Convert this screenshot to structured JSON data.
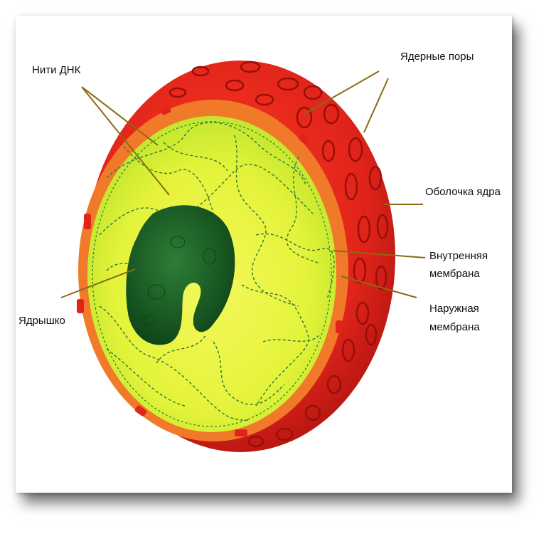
{
  "labels": {
    "dna_threads": "Нити ДНК",
    "nuclear_pores": "Ядерные поры",
    "nuclear_envelope": "Оболочка ядра",
    "inner_membrane_line1": "Внутренняя",
    "inner_membrane_line2": "мембрана",
    "outer_membrane_line1": "Наружная",
    "outer_membrane_line2": "мембрана",
    "nucleolus": "Ядрышко"
  },
  "colors": {
    "outer_envelope": "#e0241a",
    "outer_envelope_dark": "#b81410",
    "inner_membrane": "#f07a2a",
    "nucleoplasm": "#d6ef2a",
    "nucleoplasm_light": "#eef64a",
    "nucleolus": "#1f6a2a",
    "nucleolus_dark": "#0f4a1a",
    "dna_lines": "#2f7a3a",
    "leader_lines": "#8a6a10"
  }
}
